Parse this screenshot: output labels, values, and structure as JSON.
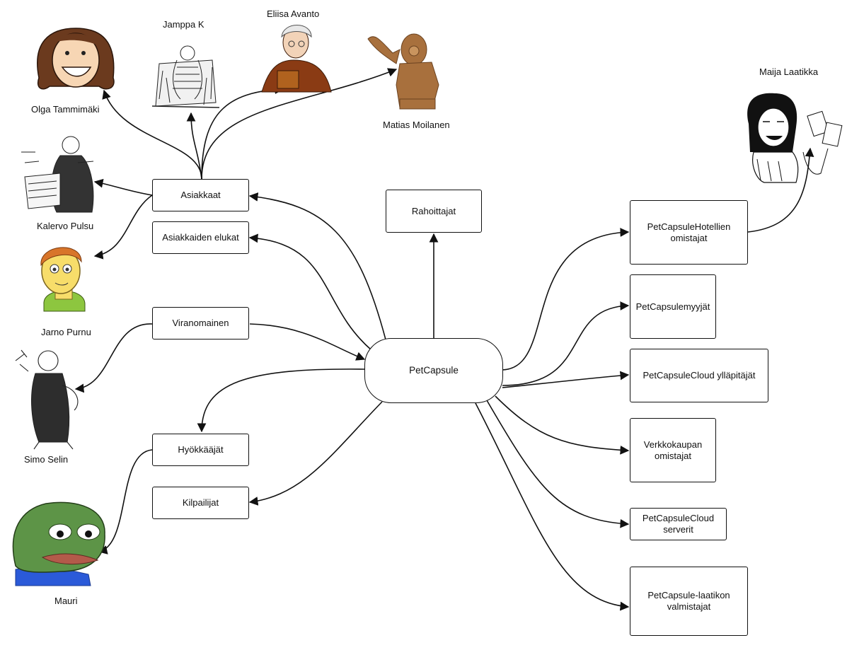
{
  "diagram": {
    "center": "PetCapsule",
    "left_nodes": {
      "asiakkaat": "Asiakkaat",
      "elukat": "Asiakkaiden elukat",
      "viranomainen": "Viranomainen",
      "hyokkaajat": "Hyökkääjät",
      "kilpailijat": "Kilpailijat"
    },
    "top_node": "Rahoittajat",
    "right_nodes": {
      "hotellit": "PetCapsuleHotellien omistajat",
      "myyjat": "PetCapsulemyyjät",
      "cloud_yllapito": "PetCapsuleCloud ylläpitäjät",
      "verkkokauppa": "Verkkokaupan omistajat",
      "cloud_serverit": "PetCapsuleCloud serverit",
      "laatikko": "PetCapsule-laatikon valmistajat"
    },
    "persons": {
      "olga": "Olga Tammimäki",
      "jamppa": "Jamppa K",
      "eliisa": "Eliisa Avanto",
      "matias": "Matias Moilanen",
      "kalervo": "Kalervo Pulsu",
      "jarno": "Jarno Purnu",
      "simo": "Simo Selin",
      "mauri": "Mauri",
      "maija": "Maija Laatikka"
    }
  }
}
